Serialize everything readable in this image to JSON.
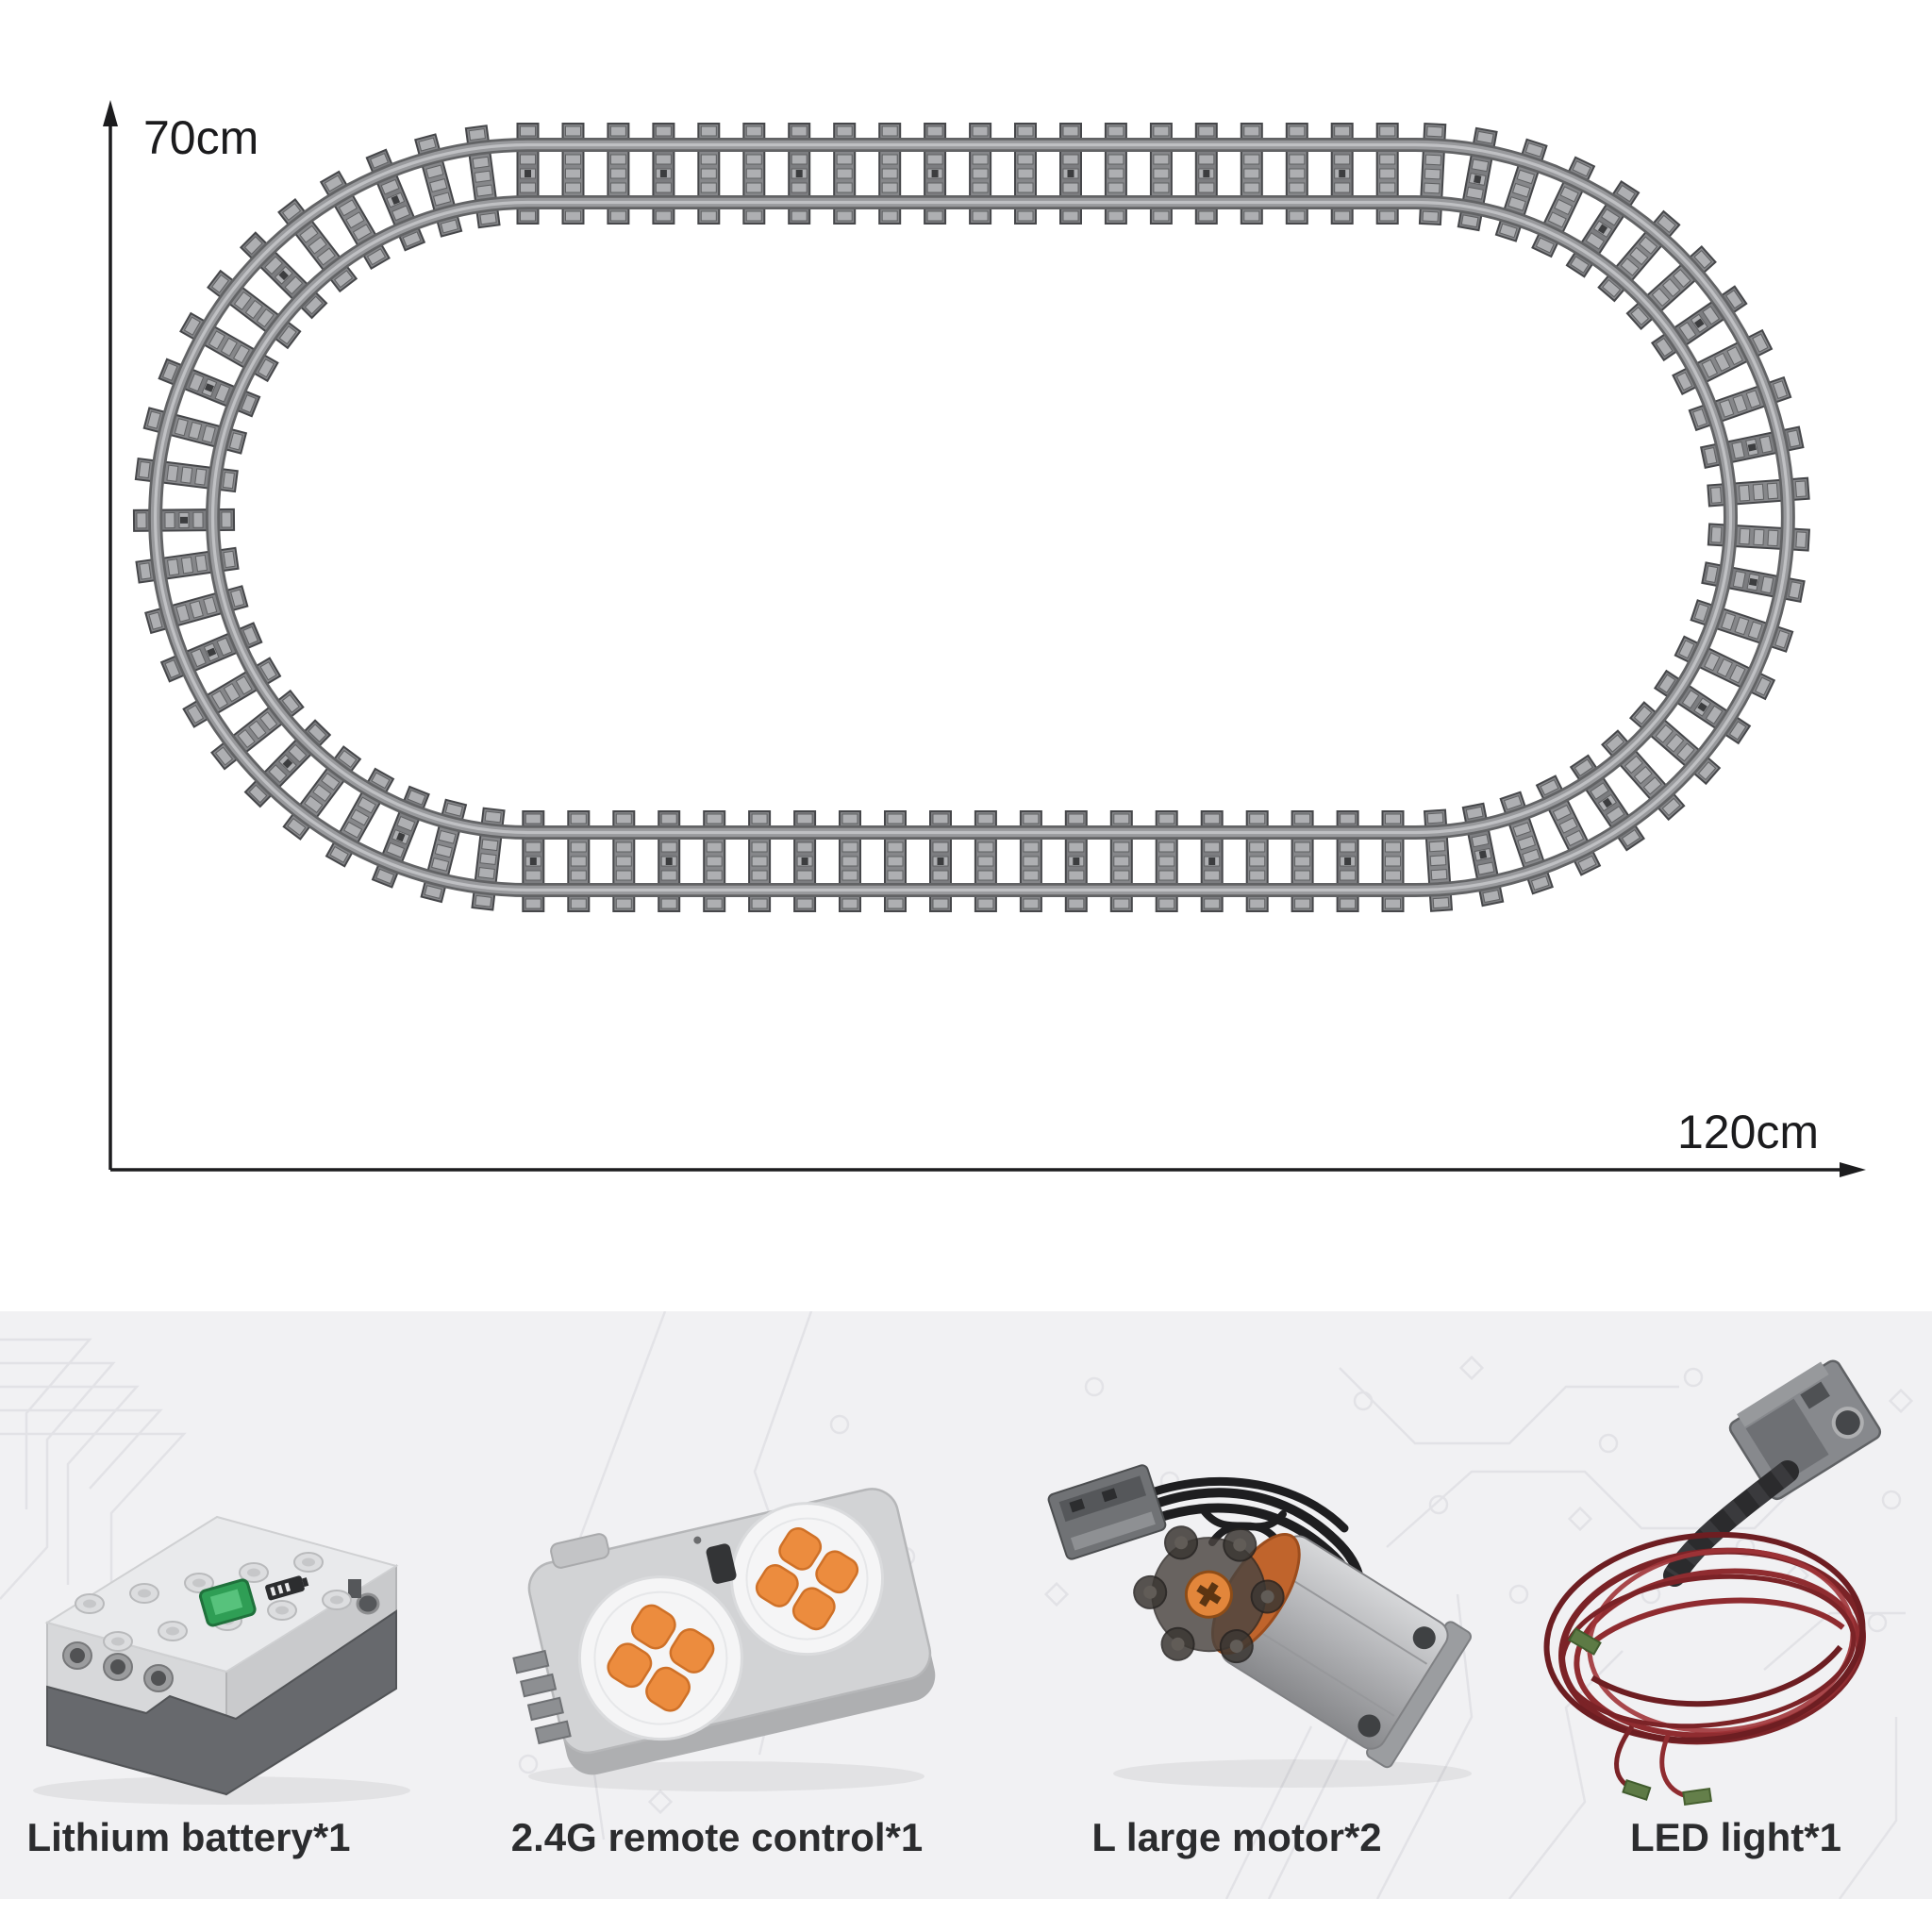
{
  "diagram": {
    "height_label": "70cm",
    "width_label": "120cm",
    "arrow_color": "#1c1c1e",
    "track": {
      "tie_count": 87,
      "tie_color": "#86878a",
      "tie_color_alt": "#7c7d80",
      "tie_edge_color": "#46474a",
      "tie_stud_color": "#aeafb2",
      "rail_color": "#98999c",
      "rail_edge_color": "#626365",
      "rail_highlight": "#bfc0c3"
    }
  },
  "components": {
    "panel_bg": "#f1f1f3",
    "label_color": "#2b2c2e",
    "accent_orange": "#ec8c3e",
    "wire_red": "#7b2327",
    "indicator_green": "#2f9e55",
    "items": [
      {
        "name": "Lithium battery",
        "quantity": 1,
        "label": "Lithium battery*1"
      },
      {
        "name": "2.4G remote control",
        "quantity": 1,
        "label": "2.4G remote control*1"
      },
      {
        "name": "L large motor",
        "quantity": 2,
        "label": "L large motor*2"
      },
      {
        "name": "LED light",
        "quantity": 1,
        "label": "LED light*1"
      }
    ]
  }
}
